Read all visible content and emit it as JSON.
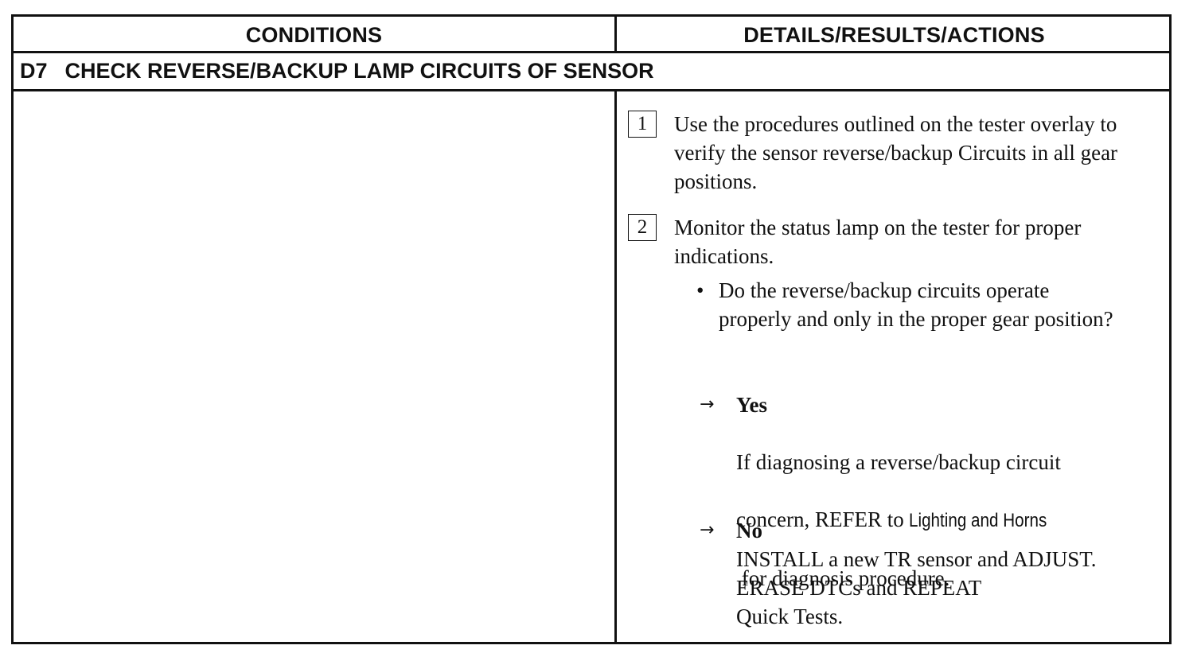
{
  "table": {
    "headers": {
      "conditions": "CONDITIONS",
      "details": "DETAILS/RESULTS/ACTIONS"
    },
    "step": {
      "id": "D7",
      "title": "CHECK REVERSE/BACKUP LAMP CIRCUITS OF SENSOR"
    },
    "actions": [
      {
        "number": "1",
        "text": "Use the procedures outlined on the tester overlay to verify the sensor reverse/backup Circuits in all gear positions."
      },
      {
        "number": "2",
        "text": "Monitor the status lamp on the tester for proper indications."
      }
    ],
    "question": "Do the reverse/backup circuits operate properly and only in the proper gear position?",
    "yes_branch": {
      "label": "Yes",
      "text_line1": "If diagnosing a reverse/backup circuit",
      "text_line2_prefix": "concern, REFER to ",
      "text_line2_ref": "Lighting and Horns",
      "text_line3": " for diagnosis procedure."
    },
    "no_branch": {
      "label": "No",
      "text": "INSTALL a new TR sensor and ADJUST.\nERASE DTCs and REPEAT\nQuick Tests."
    }
  }
}
